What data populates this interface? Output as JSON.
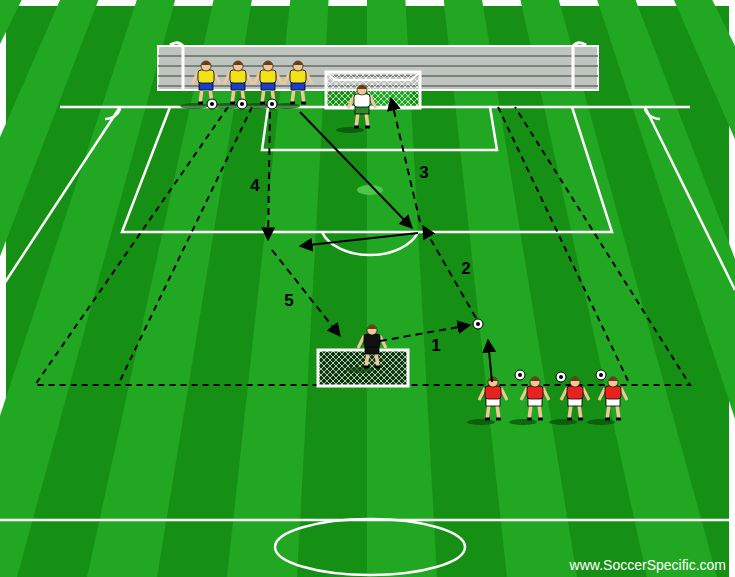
{
  "diagram": {
    "labels": [
      "1",
      "2",
      "3",
      "4",
      "5",
      "www.SoccerSpecific.com"
    ]
  }
}
